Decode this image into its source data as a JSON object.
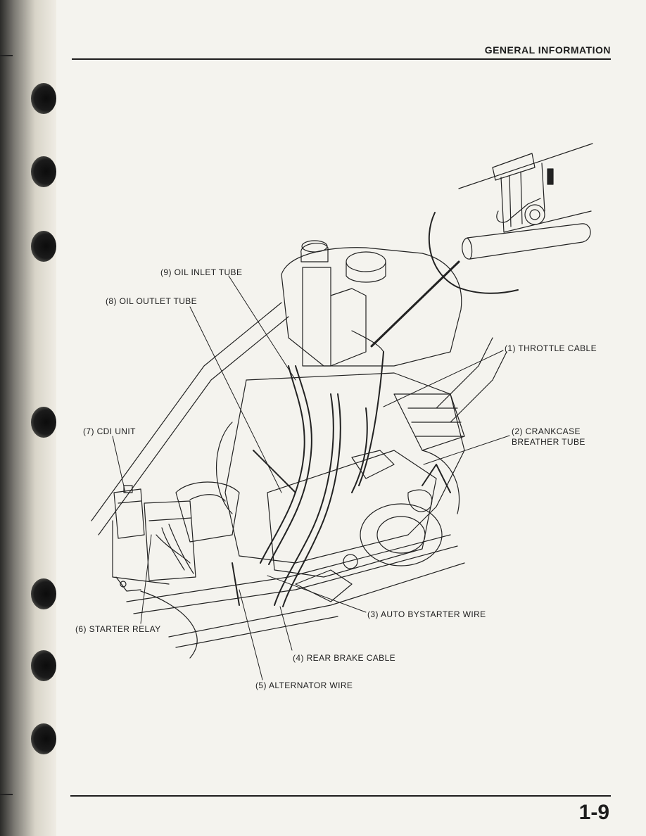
{
  "header": {
    "title": "GENERAL INFORMATION"
  },
  "footer": {
    "page_number": "1-9"
  },
  "callouts": [
    {
      "number": "(1)",
      "label": "THROTTLE CABLE"
    },
    {
      "number": "(2)",
      "label": "CRANKCASE\nBREATHER TUBE"
    },
    {
      "number": "(3)",
      "label": "AUTO BYSTARTER WIRE"
    },
    {
      "number": "(4)",
      "label": "REAR BRAKE CABLE"
    },
    {
      "number": "(5)",
      "label": "ALTERNATOR WIRE"
    },
    {
      "number": "(6)",
      "label": "STARTER RELAY"
    },
    {
      "number": "(7)",
      "label": "CDI UNIT"
    },
    {
      "number": "(8)",
      "label": "OIL OUTLET TUBE"
    },
    {
      "number": "(9)",
      "label": "OIL INLET TUBE"
    }
  ]
}
